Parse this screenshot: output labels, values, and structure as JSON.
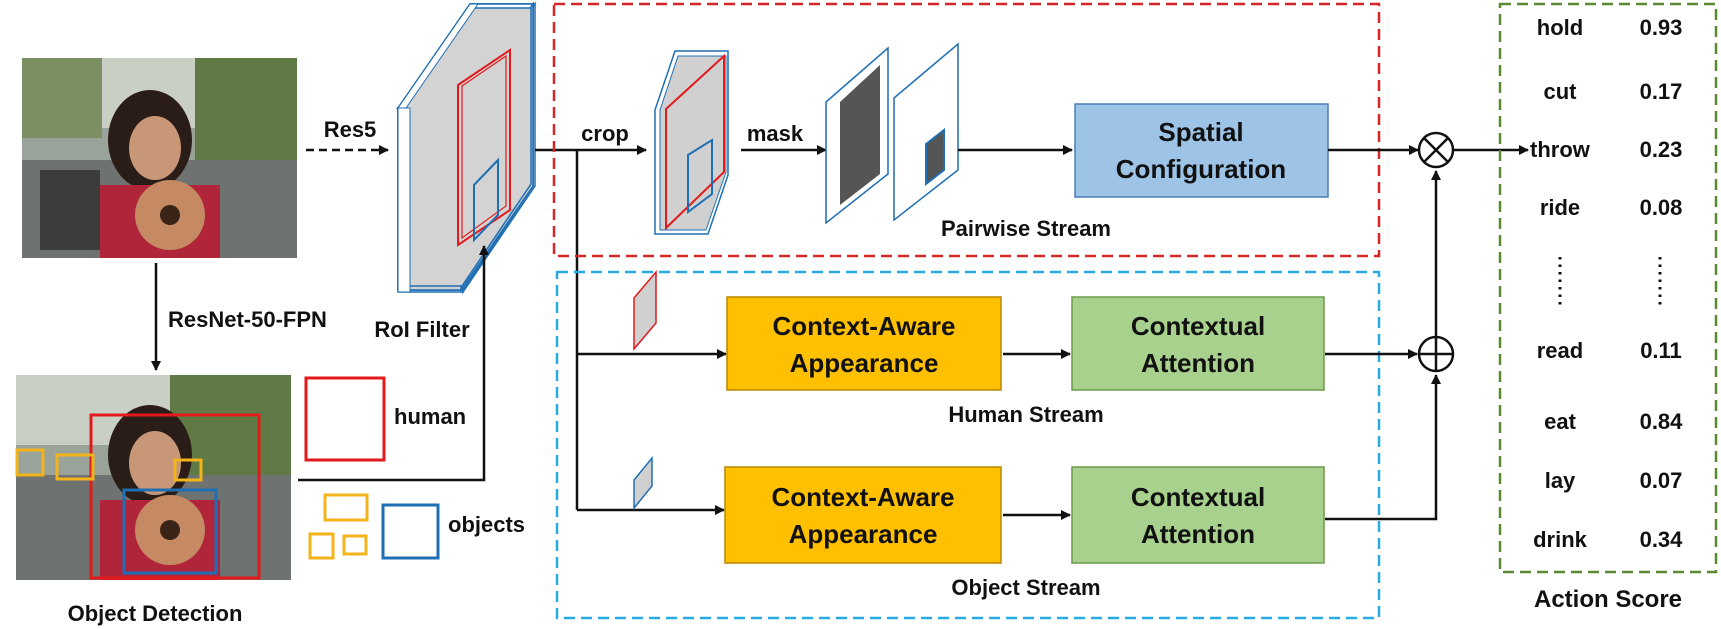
{
  "labels": {
    "res5": "Res5",
    "backbone": "ResNet-50-FPN",
    "roi_filter": "RoI Filter",
    "object_detection": "Object Detection",
    "human": "human",
    "objects": "objects",
    "crop": "crop",
    "mask": "mask",
    "pairwise_stream": "Pairwise Stream",
    "human_stream": "Human Stream",
    "object_stream": "Object Stream",
    "action_score": "Action Score"
  },
  "blocks": {
    "spatial_line1": "Spatial",
    "spatial_line2": "Configuration",
    "appearance_line1": "Context-Aware",
    "appearance_line2": "Appearance",
    "attention_line1": "Contextual",
    "attention_line2": "Attention"
  },
  "operators": {
    "multiply": "⊗",
    "add": "⊕"
  },
  "scores": [
    {
      "action": "hold",
      "score": "0.93"
    },
    {
      "action": "cut",
      "score": "0.17"
    },
    {
      "action": "throw",
      "score": "0.23"
    },
    {
      "action": "ride",
      "score": "0.08"
    },
    {
      "action": "read",
      "score": "0.11"
    },
    {
      "action": "eat",
      "score": "0.84"
    },
    {
      "action": "lay",
      "score": "0.07"
    },
    {
      "action": "drink",
      "score": "0.34"
    }
  ],
  "colors": {
    "human_box": "#e31a1c",
    "object_box": "#1f6fb5",
    "small_object_box": "#f2b31b",
    "pairwise_border": "#d62728",
    "interaction_border": "#29abe2",
    "action_border": "#5a8a32",
    "spatial_fill": "#9dc3e6",
    "appearance_fill": "#ffc000",
    "attention_fill": "#a9d18e"
  }
}
